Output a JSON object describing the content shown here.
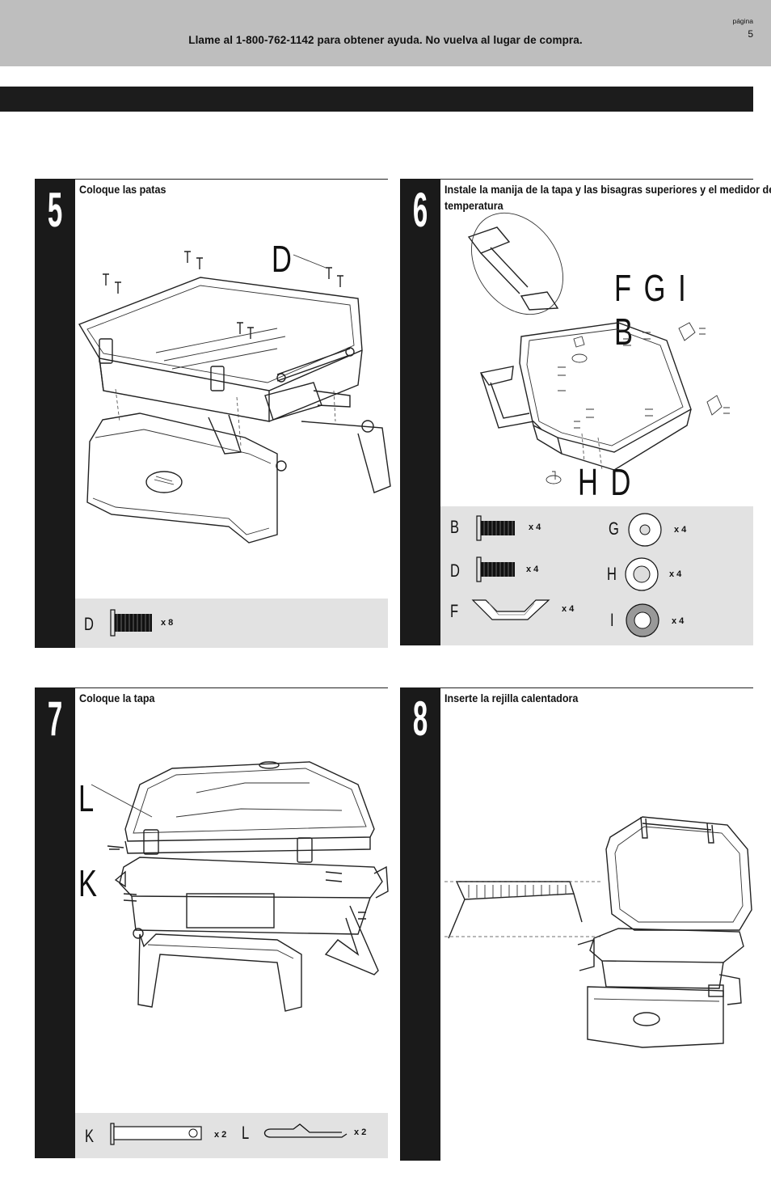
{
  "header": {
    "help_text": "Llame al 1-800-762-1142 para obtener ayuda. No vuelva al lugar de compra.",
    "page_label": "página",
    "page_number": "5"
  },
  "steps": [
    {
      "number": "5",
      "title": "Coloque las patas",
      "callouts": [
        "D"
      ],
      "parts": [
        {
          "letter": "D",
          "qty": "x 8"
        }
      ]
    },
    {
      "number": "6",
      "title": "Instale la manija de la tapa y las bisagras superiores y el medidor de temperatura",
      "callouts": [
        "F G I B",
        "H D"
      ],
      "parts": [
        {
          "letter": "B",
          "qty": "x 4"
        },
        {
          "letter": "D",
          "qty": "x 4"
        },
        {
          "letter": "F",
          "qty": "x 4"
        },
        {
          "letter": "G",
          "qty": "x 4"
        },
        {
          "letter": "H",
          "qty": "x 4"
        },
        {
          "letter": "I",
          "qty": "x 4"
        }
      ]
    },
    {
      "number": "7",
      "title": "Coloque la tapa",
      "callouts": [
        "L",
        "K"
      ],
      "parts": [
        {
          "letter": "K",
          "qty": "x 2"
        },
        {
          "letter": "L",
          "qty": "x 2"
        }
      ]
    },
    {
      "number": "8",
      "title": "Inserte la rejilla calentadora",
      "callouts": [],
      "parts": []
    }
  ]
}
